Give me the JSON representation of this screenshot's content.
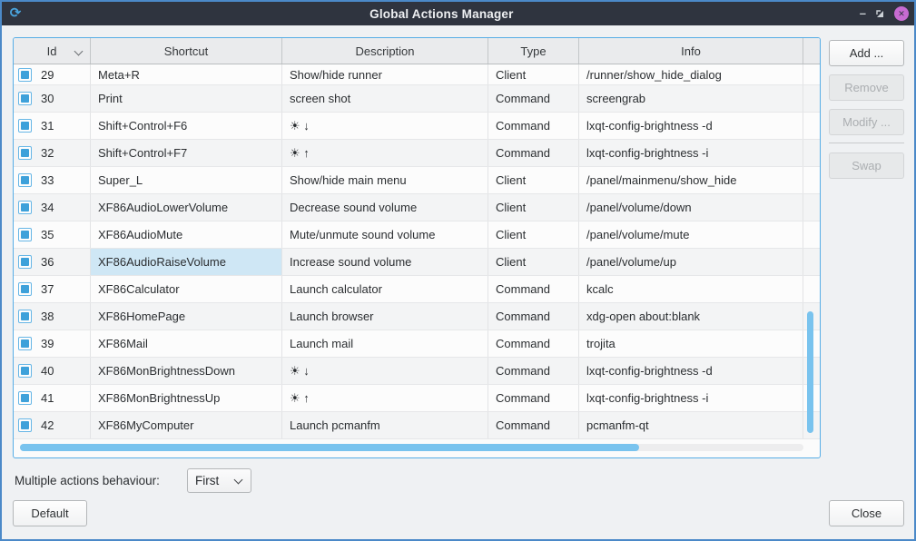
{
  "window": {
    "title": "Global Actions Manager",
    "app_icon": "⟳",
    "controls": {
      "minimize": "–",
      "close": "✕"
    }
  },
  "table": {
    "columns": [
      {
        "key": "id",
        "label": "Id",
        "sorted": true
      },
      {
        "key": "shortcut",
        "label": "Shortcut"
      },
      {
        "key": "description",
        "label": "Description"
      },
      {
        "key": "type",
        "label": "Type"
      },
      {
        "key": "info",
        "label": "Info"
      }
    ],
    "selected": {
      "row_id": 36,
      "column": "shortcut"
    },
    "rows": [
      {
        "id": 29,
        "checked": true,
        "shortcut": "Meta+R",
        "description": "Show/hide runner",
        "type": "Client",
        "info": "/runner/show_hide_dialog"
      },
      {
        "id": 30,
        "checked": true,
        "shortcut": "Print",
        "description": "screen shot",
        "type": "Command",
        "info": "screengrab"
      },
      {
        "id": 31,
        "checked": true,
        "shortcut": "Shift+Control+F6",
        "description": "☀ ↓",
        "type": "Command",
        "info": "lxqt-config-brightness -d"
      },
      {
        "id": 32,
        "checked": true,
        "shortcut": "Shift+Control+F7",
        "description": "☀ ↑",
        "type": "Command",
        "info": "lxqt-config-brightness -i"
      },
      {
        "id": 33,
        "checked": true,
        "shortcut": "Super_L",
        "description": "Show/hide main menu",
        "type": "Client",
        "info": "/panel/mainmenu/show_hide"
      },
      {
        "id": 34,
        "checked": true,
        "shortcut": "XF86AudioLowerVolume",
        "description": "Decrease sound volume",
        "type": "Client",
        "info": "/panel/volume/down"
      },
      {
        "id": 35,
        "checked": true,
        "shortcut": "XF86AudioMute",
        "description": "Mute/unmute sound volume",
        "type": "Client",
        "info": "/panel/volume/mute"
      },
      {
        "id": 36,
        "checked": true,
        "shortcut": "XF86AudioRaiseVolume",
        "description": "Increase sound volume",
        "type": "Client",
        "info": "/panel/volume/up"
      },
      {
        "id": 37,
        "checked": true,
        "shortcut": "XF86Calculator",
        "description": "Launch calculator",
        "type": "Command",
        "info": "kcalc"
      },
      {
        "id": 38,
        "checked": true,
        "shortcut": "XF86HomePage",
        "description": "Launch browser",
        "type": "Command",
        "info": "xdg-open about:blank"
      },
      {
        "id": 39,
        "checked": true,
        "shortcut": "XF86Mail",
        "description": "Launch mail",
        "type": "Command",
        "info": "trojita"
      },
      {
        "id": 40,
        "checked": true,
        "shortcut": "XF86MonBrightnessDown",
        "description": "☀ ↓",
        "type": "Command",
        "info": "lxqt-config-brightness -d"
      },
      {
        "id": 41,
        "checked": true,
        "shortcut": "XF86MonBrightnessUp",
        "description": "☀ ↑",
        "type": "Command",
        "info": "lxqt-config-brightness -i"
      },
      {
        "id": 42,
        "checked": true,
        "shortcut": "XF86MyComputer",
        "description": "Launch pcmanfm",
        "type": "Command",
        "info": "pcmanfm-qt"
      }
    ]
  },
  "side_buttons": {
    "add": "Add ...",
    "remove": "Remove",
    "modify": "Modify ...",
    "swap": "Swap"
  },
  "footer": {
    "behaviour_label": "Multiple actions behaviour:",
    "behaviour_value": "First",
    "default_button": "Default",
    "close_button": "Close"
  },
  "colors": {
    "window_border": "#4b89c8",
    "titlebar": "#2f343f",
    "accent": "#3ea1da",
    "selection": "#cfe7f5",
    "scrollbar": "#79c3ee",
    "close_control": "#c76bd2"
  }
}
